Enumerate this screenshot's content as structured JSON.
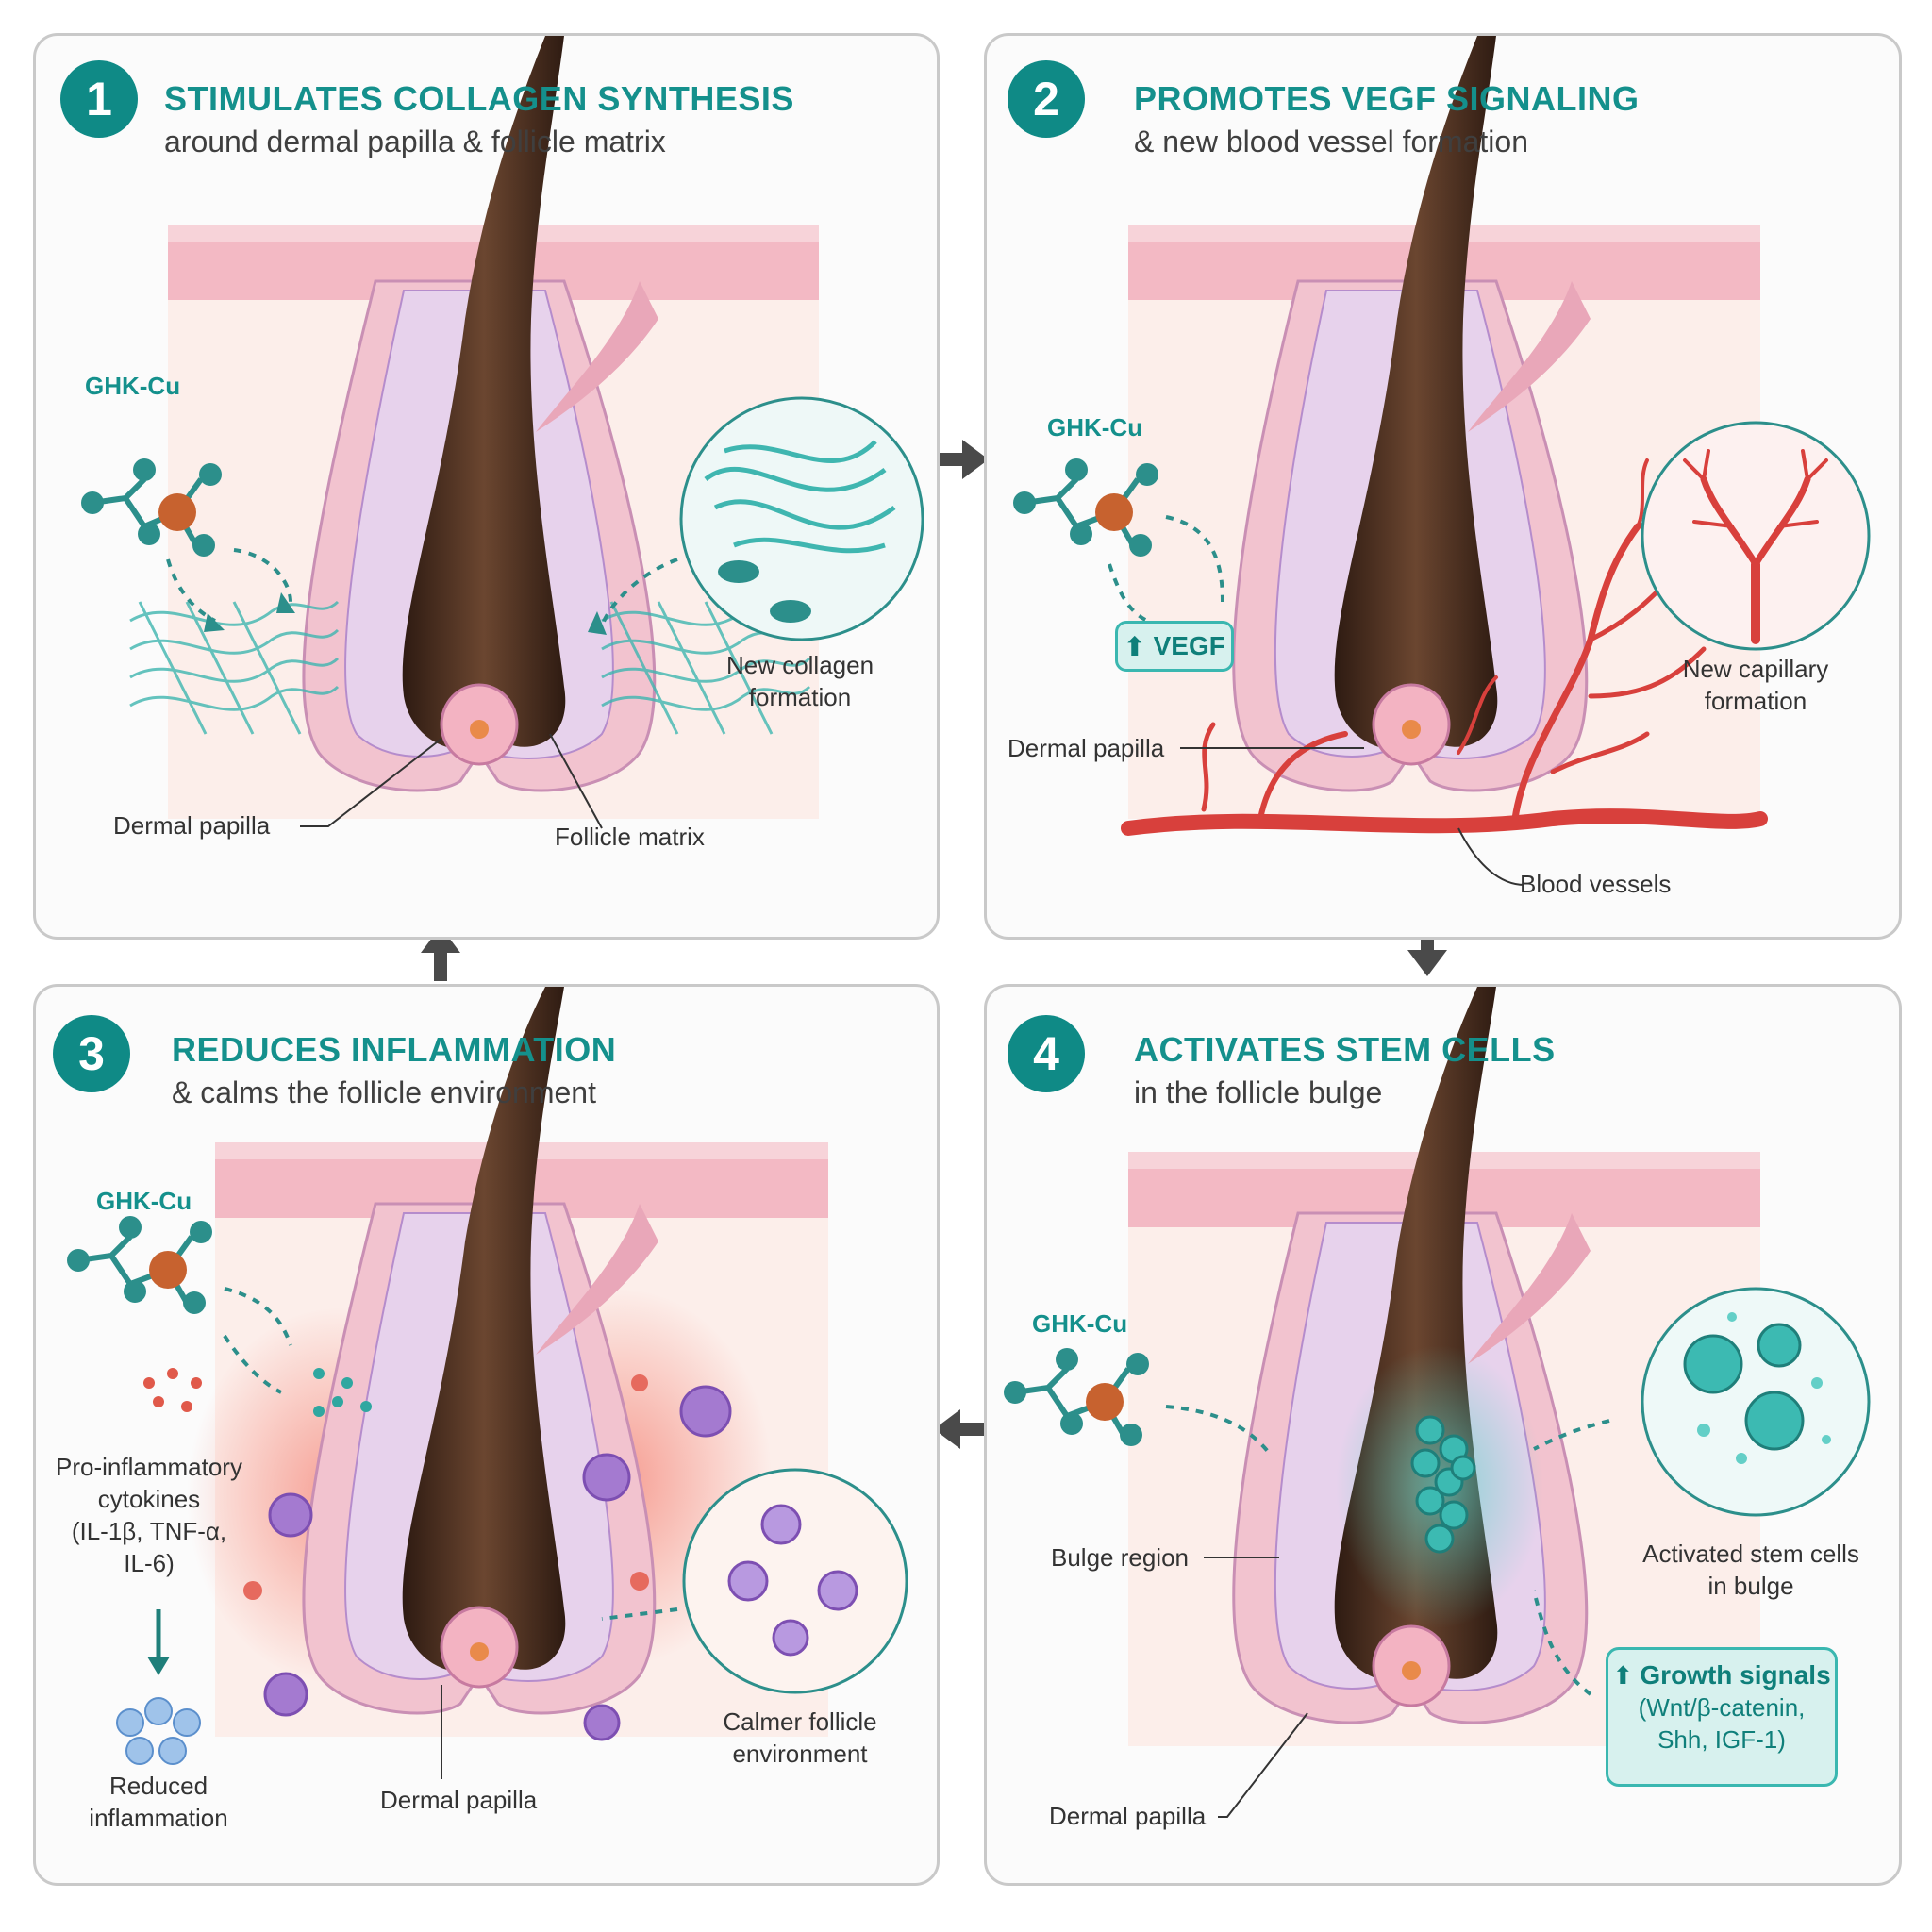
{
  "panels": [
    {
      "number": "1",
      "title": "STIMULATES COLLAGEN SYNTHESIS",
      "subtitle": "around dermal papilla & follicle matrix",
      "ghk": "GHK-Cu",
      "labels": {
        "papilla": "Dermal papilla",
        "matrix": "Follicle matrix",
        "zoom": [
          "New collagen",
          "formation"
        ]
      }
    },
    {
      "number": "2",
      "title": "PROMOTES VEGF SIGNALING",
      "subtitle": "& new blood vessel formation",
      "ghk": "GHK-Cu",
      "tag": "VEGF",
      "labels": {
        "papilla": "Dermal papilla",
        "vessels": "Blood vessels",
        "zoom": [
          "New capillary",
          "formation"
        ]
      }
    },
    {
      "number": "3",
      "title": "REDUCES INFLAMMATION",
      "subtitle": "& calms the follicle environment",
      "ghk": "GHK-Cu",
      "labels": {
        "cytokines": [
          "Pro-inflammatory",
          "cytokines",
          "(IL-1β, TNF-α,",
          "IL-6)"
        ],
        "reduced": [
          "Reduced",
          "inflammation"
        ],
        "papilla": "Dermal papilla",
        "zoom": [
          "Calmer follicle",
          "environment"
        ]
      }
    },
    {
      "number": "4",
      "title": "ACTIVATES STEM CELLS",
      "subtitle": "in the follicle bulge",
      "ghk": "GHK-Cu",
      "labels": {
        "bulge": "Bulge region",
        "papilla": "Dermal papilla",
        "zoom": [
          "Activated stem cells",
          "in bulge"
        ],
        "growth_title": "Growth signals",
        "growth_lines": [
          "(Wnt/β-catenin,",
          "Shh, IGF-1)"
        ]
      }
    }
  ],
  "colors": {
    "accent": "#14908c",
    "badge": "#0f8a86",
    "skin": "#f6c9cf",
    "hair": "#4a2e20",
    "vessel": "#d8403c",
    "collagen": "#3fb6b0",
    "arrow": "#4a4a4a"
  },
  "icons": {
    "tag_arrow": "up-arrow-icon",
    "flow": "flow-arrow-icon"
  }
}
